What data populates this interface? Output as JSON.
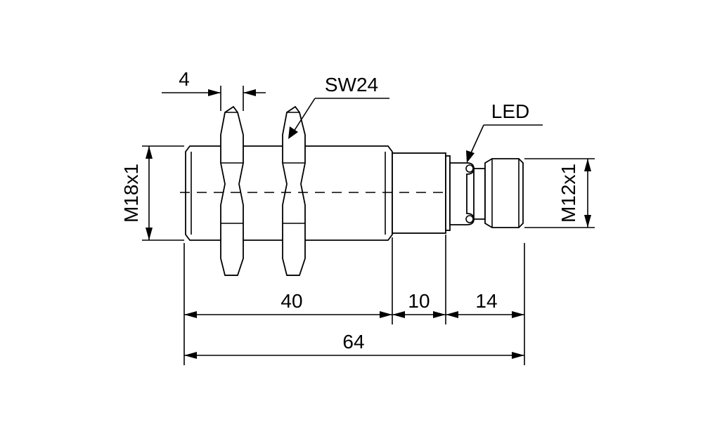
{
  "dimensions": {
    "nut_thickness": "4",
    "wrench_size": "SW24",
    "led_label": "LED",
    "thread_main": "M18x1",
    "thread_connector": "M12x1",
    "length_body": "40",
    "length_neck": "10",
    "length_connector": "14",
    "length_total": "64"
  },
  "colors": {
    "line": "#000000",
    "background": "#ffffff"
  }
}
